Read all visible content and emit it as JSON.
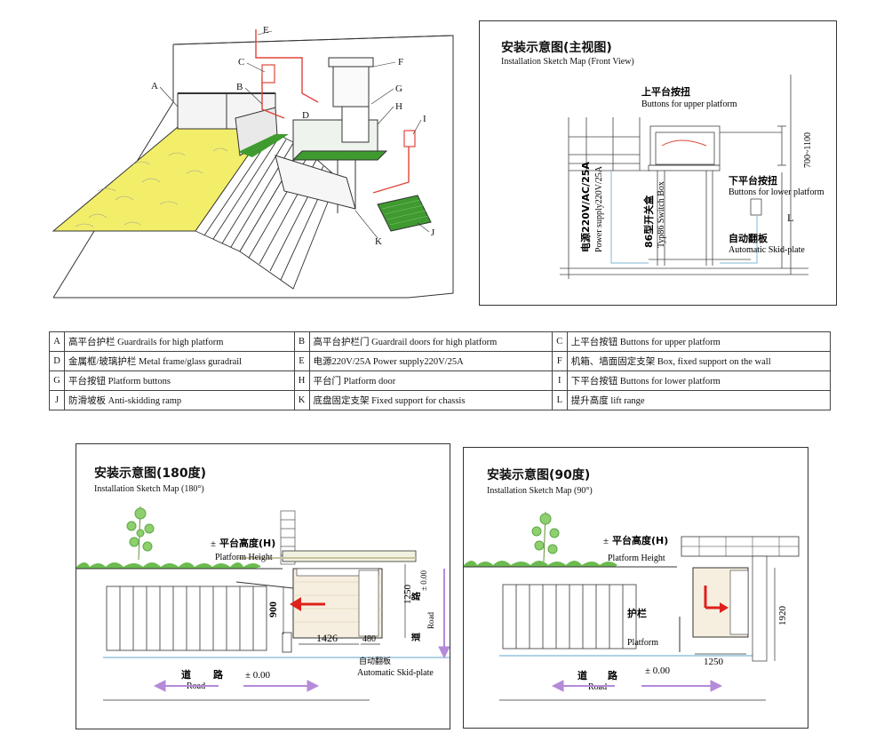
{
  "isometric": {
    "callouts": [
      "A",
      "B",
      "C",
      "D",
      "E",
      "F",
      "G",
      "H",
      "I",
      "J",
      "K"
    ]
  },
  "front_view": {
    "title_cn": "安装示意图(主视图)",
    "title_en": "Installation Sketch Map (Front View)",
    "upper_btn_cn": "上平台按扭",
    "upper_btn_en": "Buttons for upper platform",
    "lower_btn_cn": "下平台按扭",
    "lower_btn_en": "Buttons for lower platform",
    "skid_cn": "自动翻板",
    "skid_en": "Automatic Skid-plate",
    "power_cn": "电源220V/AC/25A",
    "power_en": "Power supply220V/25A",
    "switch_cn": "86型开关盒",
    "switch_en": "Typ86 Switch Box",
    "dim_range": "700~1100",
    "dim_L": "L"
  },
  "legend": [
    [
      {
        "k": "A",
        "t": "高平台护栏 Guardrails for high platform"
      },
      {
        "k": "B",
        "t": "高平台护栏门 Guardrail doors for high platform"
      },
      {
        "k": "C",
        "t": "上平台按钮 Buttons for upper platform"
      }
    ],
    [
      {
        "k": "D",
        "t": "金属框/玻璃护栏 Metal frame/glass guradrail"
      },
      {
        "k": "E",
        "t": "电源220V/25A Power supply220V/25A"
      },
      {
        "k": "F",
        "t": "机箱、墙面固定支架 Box, fixed support on the wall"
      }
    ],
    [
      {
        "k": "G",
        "t": "平台按钮 Platform buttons"
      },
      {
        "k": "H",
        "t": "平台门 Platform door"
      },
      {
        "k": "I",
        "t": "下平台按钮 Buttons for lower platform"
      }
    ],
    [
      {
        "k": "J",
        "t": "防滑坡板 Anti-skidding ramp"
      },
      {
        "k": "K",
        "t": "底盘固定支架 Fixed support for chassis"
      },
      {
        "k": "L",
        "t": "提升高度 lift range"
      }
    ]
  ],
  "map180": {
    "title_cn": "安装示意图(180度)",
    "title_en": "Installation Sketch Map (180°)",
    "platform_height_cn": "平台高度(H)",
    "platform_height_en": "Platform Height",
    "plus_minus": "±",
    "zero": "± 0.00",
    "dim_900": "900",
    "dim_1250": "1250",
    "dim_1426": "1426",
    "dim_480": "480",
    "road_cn_1": "道",
    "road_cn_2": "路",
    "road_en": "Road",
    "skid_cn": "自动翻板",
    "skid_en": "Automatic Skid-plate",
    "side_road_cn": "道",
    "side_road_cn2": "路",
    "side_road_en": "Road",
    "side_zero": "± 0.00"
  },
  "map90": {
    "title_cn": "安装示意图(90度)",
    "title_en": "Installation Sketch Map (90°)",
    "platform_height_cn": "平台高度(H)",
    "platform_height_en": "Platform Height",
    "plus_minus": "±",
    "zero": "± 0.00",
    "dim_1920": "1920",
    "dim_1250": "1250",
    "guard_cn": "护栏",
    "guard_en": "Platform",
    "road_cn_1": "道",
    "road_cn_2": "路",
    "road_en": "Road"
  },
  "colors": {
    "line": "#333333",
    "pipe": "#e0453a",
    "green": "#3f9a2f",
    "stone": "#f2ee6a",
    "arrow": "#b58ad9",
    "red_arrow": "#e0201a"
  }
}
